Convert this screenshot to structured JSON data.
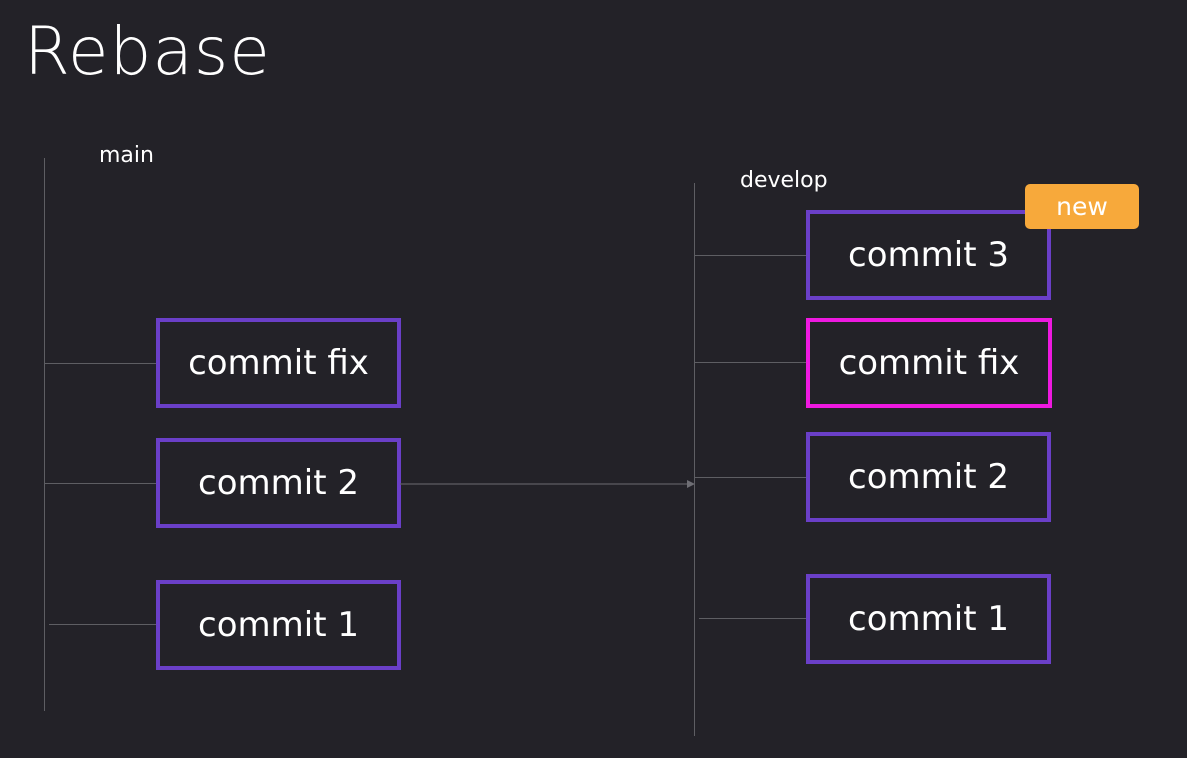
{
  "title": "Rebase",
  "main": {
    "label": "main",
    "commits": [
      "commit fix",
      "commit 2",
      "commit 1"
    ]
  },
  "develop": {
    "label": "develop",
    "commits": [
      "commit 3",
      "commit fix",
      "commit 2",
      "commit 1"
    ],
    "badge": "new"
  },
  "colors": {
    "background": "#232228",
    "commit_border": "#6a3fc8",
    "highlight_border": "#ee19e0",
    "badge": "#f7a93b",
    "line": "#5e5e63"
  }
}
